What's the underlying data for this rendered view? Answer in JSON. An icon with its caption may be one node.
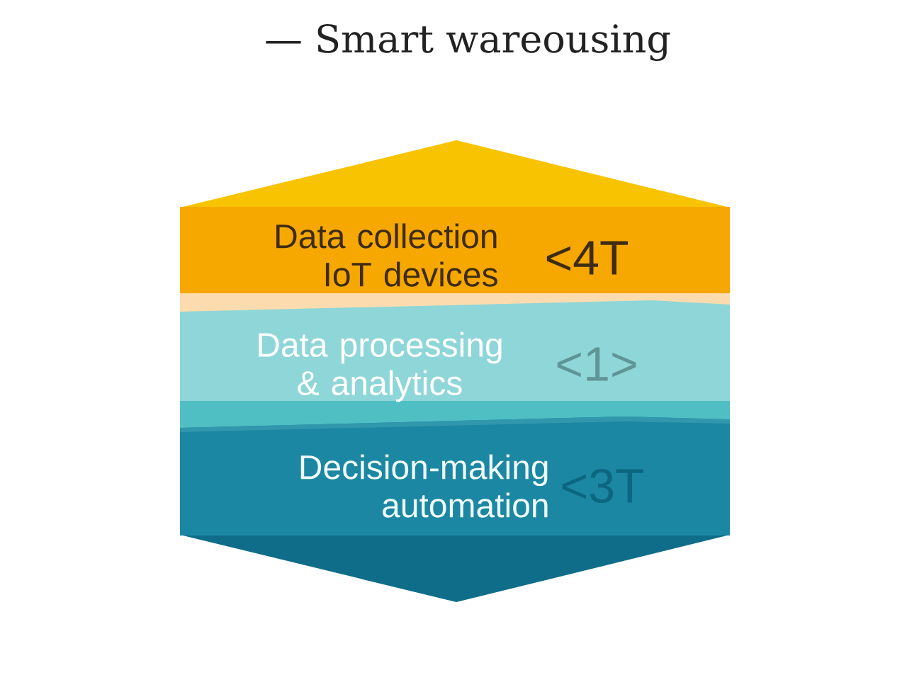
{
  "diagram": {
    "title": "— Smart wareousing",
    "nodes": [
      {
        "text": [
          "Data collection IoT devices",
          "<4T"
        ]
      },
      {
        "text": [
          "Data processing & analytics",
          "<1>"
        ]
      },
      {
        "text": [
          "Decision-making automation",
          "<3T"
        ]
      }
    ]
  }
}
